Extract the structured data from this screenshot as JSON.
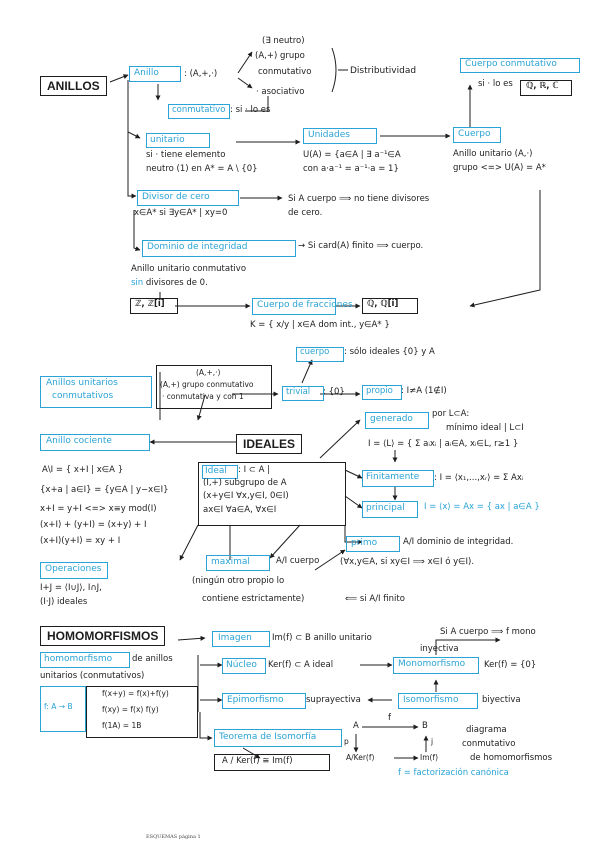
{
  "anillos": {
    "heading": "ANILLOS",
    "anillo": "Anillo",
    "anillo_def": ": (A,+,·)",
    "neutro": "(∃ neutro)",
    "grupo_conm_1": "(A,+) grupo",
    "grupo_conm_2": "conmutativo",
    "asociativo": "· asociativo",
    "distributividad": "Distributividad",
    "conmutativo": "conmutativo",
    "conmutativo_def": ": si · lo es",
    "cuerpo_conmutativo": "Cuerpo conmutativo",
    "cuerpo_conm_def": "si · lo es",
    "qrc": "ℚ, ℝ, ℂ",
    "unitario": "unitario",
    "unitario_def_1": "si · tiene elemento",
    "unitario_def_2": "neutro (1) en A* = A \\ {0}",
    "unidades": "Unidades",
    "unidades_def_1": "U(A) = {a∈A | ∃ a⁻¹∈A",
    "unidades_def_2": "con a·a⁻¹ = a⁻¹·a = 1}",
    "cuerpo": "Cuerpo",
    "cuerpo_def_1": "Anillo unitario (A,·)",
    "cuerpo_def_2": "grupo <=> U(A) = A*",
    "divisor": "Divisor de cero",
    "divisor_def": "x∈A* si ∃y∈A* | xy=0",
    "si_cuerpo": "Si A cuerpo ⟹ no tiene divisores",
    "si_cuerpo_2": "de cero.",
    "no": "no",
    "dominio": "Dominio de integridad",
    "dominio_def": "→ Si card(A) finito ⟹ cuerpo.",
    "dominio_desc_1": "Anillo unitario conmutativo",
    "dominio_desc_2a": "sin",
    "dominio_desc_2b": " divisores de 0.",
    "zz": "ℤ, ℤ[i]",
    "cuerpo_frac": "Cuerpo de fracciones",
    "qq": "ℚ, ℚ[i]",
    "frac_def": "K = { x/y | x∈A dom int., y∈A* }"
  },
  "ideales": {
    "heading": "IDEALES",
    "anillos_unit_1": "Anillos unitarios",
    "anillos_unit_2": "conmutativos",
    "grupo_box_1": "(A,+,·)",
    "grupo_box_2": "(A,+) grupo conmutativo",
    "grupo_box_3": "· conmutativa y con 1",
    "cuerpo_small": "cuerpo",
    "cuerpo_small_def": ": sólo ideales {0} y A",
    "trivial": "trivial",
    "trivial_def": ": {0}",
    "propio": "propio",
    "propio_def": ": I≠A (1∉I)",
    "anillo_cociente": "Anillo cociente",
    "cociente_1": "A\\I = { x+I | x∈A }",
    "cociente_2": "{x+a | a∈I} = {y∈A | y−x∈I}",
    "cociente_3": "x+I = y+I <=> x≡y mod(I)",
    "cociente_4": "(x+I) + (y+I) = (x+y) + I",
    "cociente_5": "(x+I)(y+I) = xy + I",
    "ideal": "Ideal",
    "ideal_def_1": ": I ⊂ A |",
    "ideal_def_2": "(I,+) subgrupo de A",
    "ideal_def_3": "(x+y∈I ∀x,y∈I, 0∈I)",
    "ideal_def_4": "ax∈I ∀a∈A, ∀x∈I",
    "generado": "generado",
    "generado_def_1": "por L⊂A:",
    "generado_def_2": "mínimo ideal | L⊂I",
    "generado_def_3": "I = ⟨L⟩ = { Σ aᵢxᵢ | aᵢ∈A, xᵢ∈L, r≥1 }",
    "fin_gen": "Finitamente",
    "fin_gen_def": ": I = ⟨x₁,...,xᵣ⟩ = Σ Axᵢ",
    "principal": "principal",
    "principal_def": "I = ⟨x⟩ = Ax = { ax | a∈A }",
    "primo": "primo",
    "primo_def_1": "A/I dominio de integridad.",
    "primo_def_2": "(∀x,y∈A, si xy∈I ⟹ x∈I ó y∈I).",
    "maximal": "maximal",
    "maximal_def_1": "A/I cuerpo",
    "maximal_def_2": "(ningún otro propio lo",
    "maximal_def_3": "contiene estrictamente)",
    "maximal_def_4": "⟸ si A/I finito",
    "operaciones": "Operaciones",
    "oper_1": "I+J = ⟨I∪J⟩, I∩J,",
    "oper_2": "(I·J) ideales"
  },
  "homomorfismos": {
    "heading": "HOMOMORFISMOS",
    "homo": "homomorfismo",
    "homo_def_1": "de anillos",
    "homo_def_2": "unitarios (conmutativos)",
    "f_map": "f: A → B",
    "f_1": "f(x+y) = f(x)+f(y)",
    "f_2": "f(xy) = f(x) f(y)",
    "f_3": "f(1A) = 1B",
    "imagen": "Imagen",
    "imagen_def": "Im(f) ⊂ B anillo unitario",
    "nucleo": "Núcleo",
    "nucleo_def": "Ker(f) ⊂ A ideal",
    "si_cuerpo_mono": "Si A cuerpo ⟹ f mono",
    "inyectiva": "inyectiva",
    "mono": "Monomorfismo",
    "mono_def": "Ker(f) = {0}",
    "epi": "Epimorfismo",
    "epi_def": "suprayectiva",
    "iso": "Isomorfismo",
    "iso_def": "biyectiva",
    "teorema": "Teorema de Isomorfía",
    "teorema_eq": "A / Ker(f) ≅ Im(f)",
    "diag_A": "A",
    "diag_f": "f",
    "diag_B": "B",
    "diag_p": "p",
    "diag_j": "j",
    "diag_AK": "A/Ker(f)",
    "diag_Im": "Im(f)",
    "diag_desc_1": "diagrama",
    "diag_desc_2": "conmutativo",
    "diag_desc_3": "de homomorfismos",
    "fact": "f = factorización canónica"
  },
  "footer": "ESQUEMAS página 1"
}
